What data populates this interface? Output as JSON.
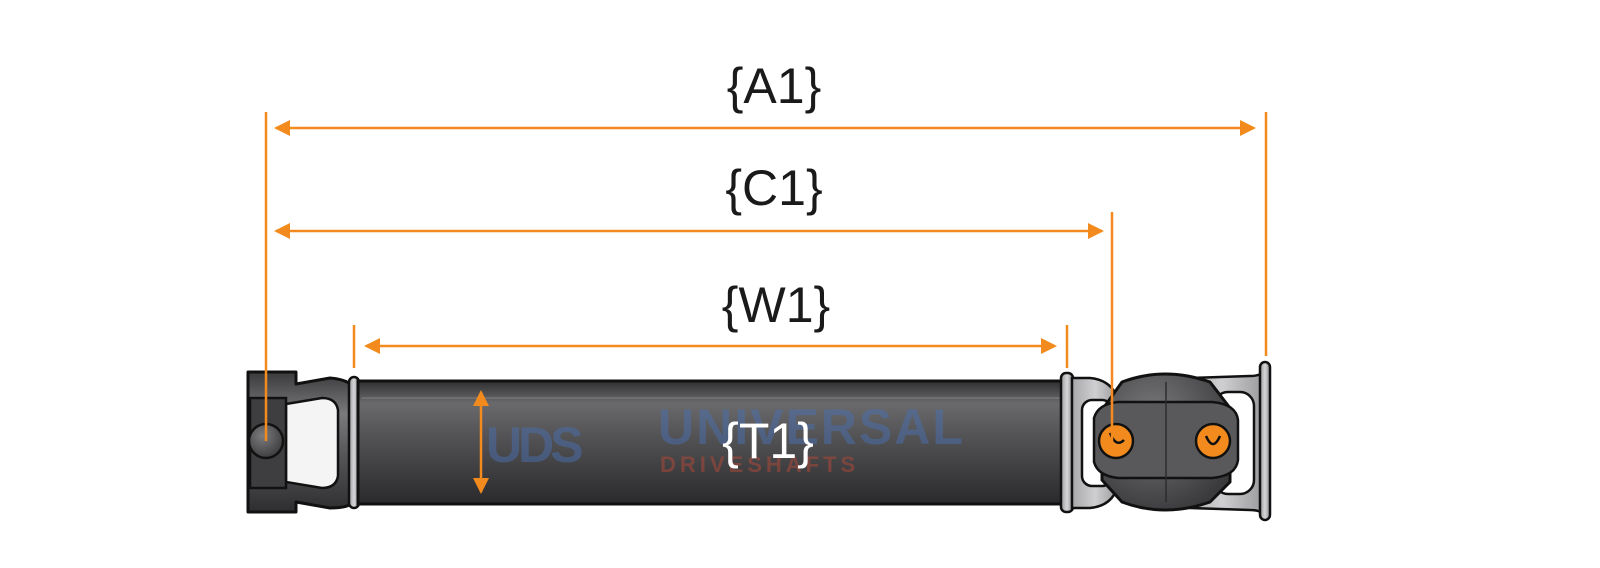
{
  "labels": {
    "overall_length": "{A1}",
    "center_length": "{C1}",
    "weld_length": "{W1}",
    "tube_diameter": "{T1}"
  },
  "watermark": {
    "logo": "UDS",
    "word_top": "UNIVERSAL",
    "word_bottom": "DRIVESHAFTS"
  },
  "colors": {
    "dimension": "#f28a1e",
    "tube": "#4d4d4f",
    "outline": "#111111",
    "label_text": "#1a1a1a",
    "tube_label_text": "#ffffff",
    "watermark_blue": "#4a6fb0",
    "watermark_red": "#b5493a"
  }
}
